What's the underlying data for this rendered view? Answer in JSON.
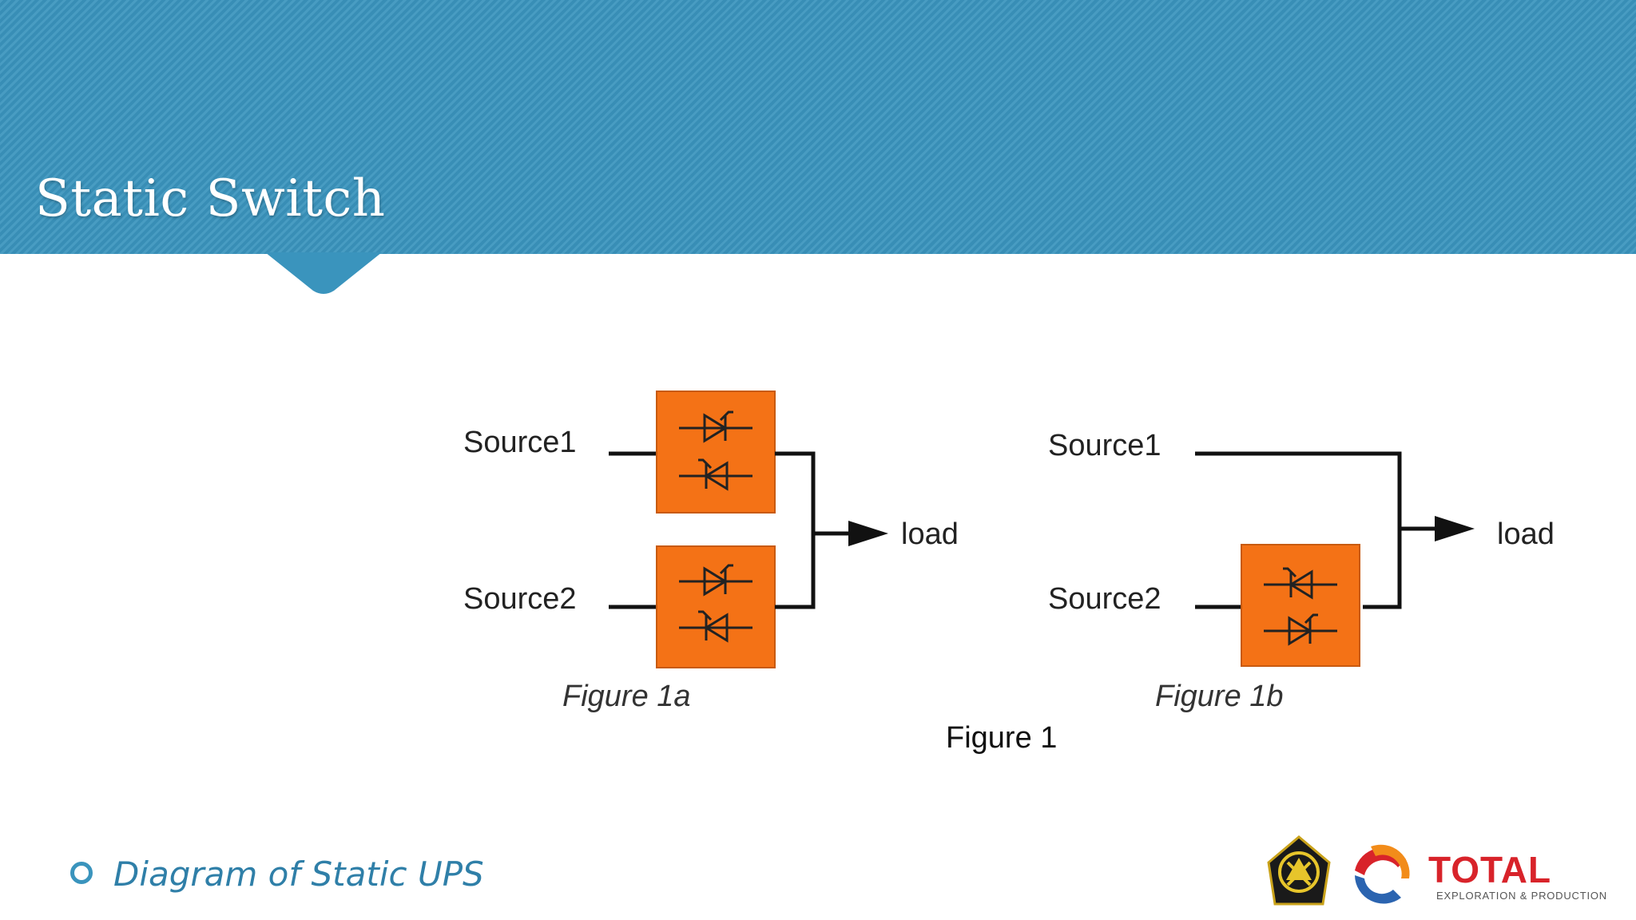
{
  "slide": {
    "title": "Static Switch",
    "bullet": "Diagram of Static UPS"
  },
  "diagram": {
    "fig_a": {
      "source1": "Source1",
      "source2": "Source2",
      "load": "load",
      "caption": "Figure 1a"
    },
    "fig_b": {
      "source1": "Source1",
      "source2": "Source2",
      "load": "load",
      "caption": "Figure 1b"
    },
    "main_caption": "Figure 1"
  },
  "logos": {
    "total_name": "TOTAL",
    "total_tagline": "EXPLORATION & PRODUCTION",
    "emblem_icon": "esdm-emblem-icon",
    "total_icon": "total-swirl-icon"
  },
  "colors": {
    "header": "#3a94bd",
    "switch_box": "#f47216",
    "total_red": "#d8232a"
  }
}
